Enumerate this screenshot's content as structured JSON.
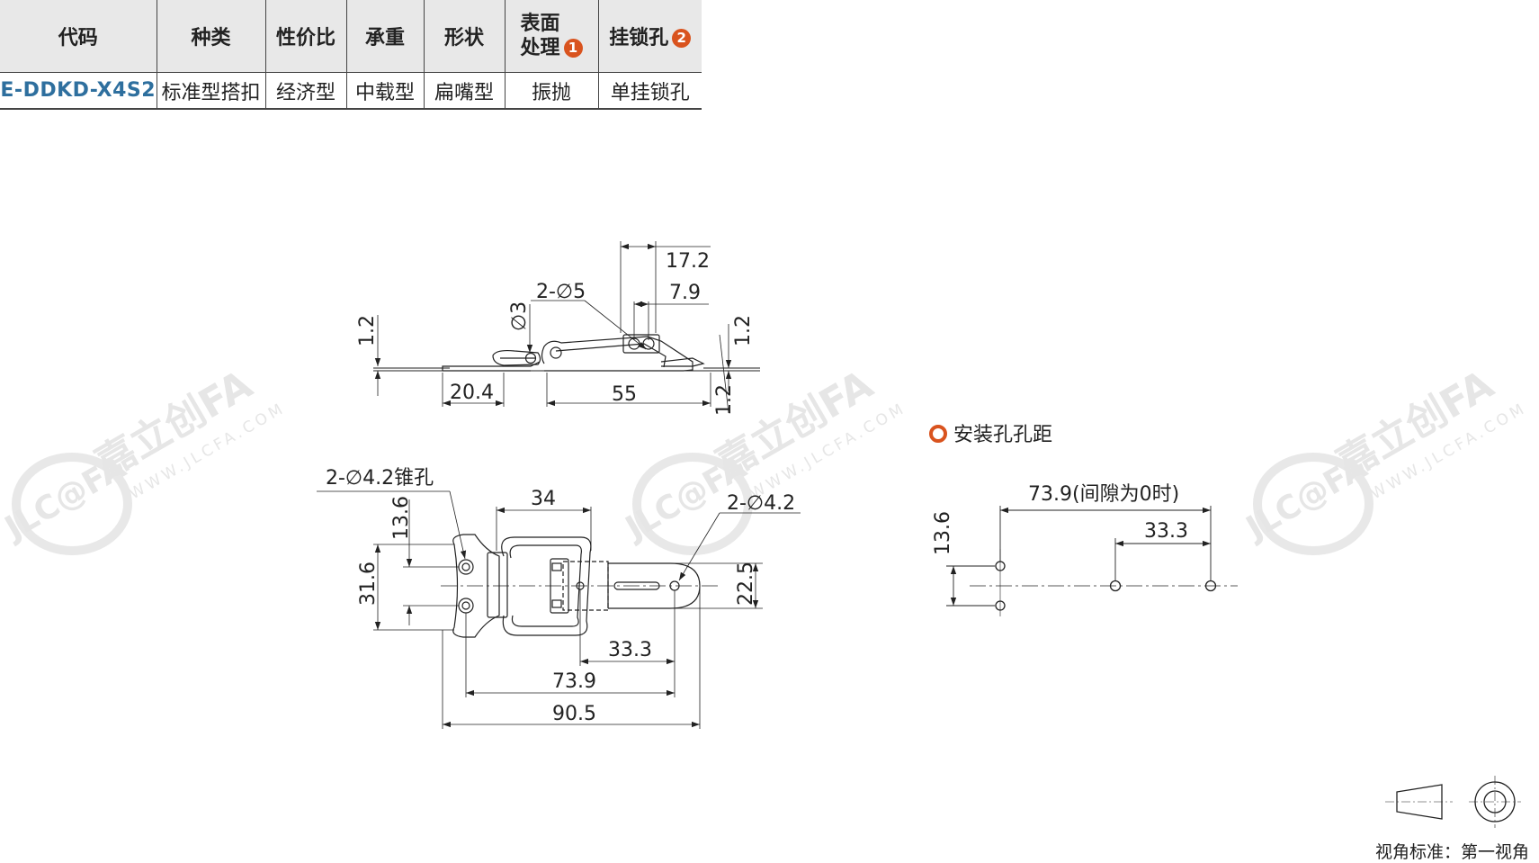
{
  "table": {
    "headers": {
      "code": "代码",
      "type": "种类",
      "value": "性价比",
      "load": "承重",
      "shape": "形状",
      "surface_line1": "表面",
      "surface_line2": "处理",
      "surface_badge": "1",
      "lockhole": "挂锁孔",
      "lockhole_badge": "2"
    },
    "row": {
      "code": "E-DDKD-X4S2",
      "type": "标准型搭扣",
      "value": "经济型",
      "load": "中载型",
      "shape": "扁嘴型",
      "surface": "振抛",
      "lockhole": "单挂锁孔"
    }
  },
  "side_view": {
    "dim_17_2": "17.2",
    "dim_7_9": "7.9",
    "dim_hole5": "2-∅5",
    "dim_hole3": "∅3",
    "dim_1_2_left": "1.2",
    "dim_1_2_right_top": "1.2",
    "dim_1_2_right_bottom": "1.2",
    "dim_20_4": "20.4",
    "dim_55": "55"
  },
  "top_view": {
    "dim_countersink": "2-∅4.2锥孔",
    "dim_34": "34",
    "dim_hole42": "2-∅4.2",
    "dim_13_6": "13.6",
    "dim_31_6": "31.6",
    "dim_22_5": "22.5",
    "dim_33_3": "33.3",
    "dim_73_9": "73.9",
    "dim_90_5": "90.5"
  },
  "mount": {
    "title": "安装孔孔距",
    "title_icon": "orange-ring-icon",
    "dim_73_9": "73.9(间隙为0时)",
    "dim_33_3": "33.3",
    "dim_13_6": "13.6"
  },
  "watermark": {
    "logo": "JLC@FA",
    "brand": "嘉立创FA",
    "url": "WWW.JLCFA.COM"
  },
  "projection": {
    "label": "视角标准：第一视角"
  },
  "colors": {
    "accent_orange": "#d9531e",
    "code_blue": "#2e6f9e",
    "header_gray": "#e8e8e8",
    "watermark_gray": "#e6e6e6"
  }
}
